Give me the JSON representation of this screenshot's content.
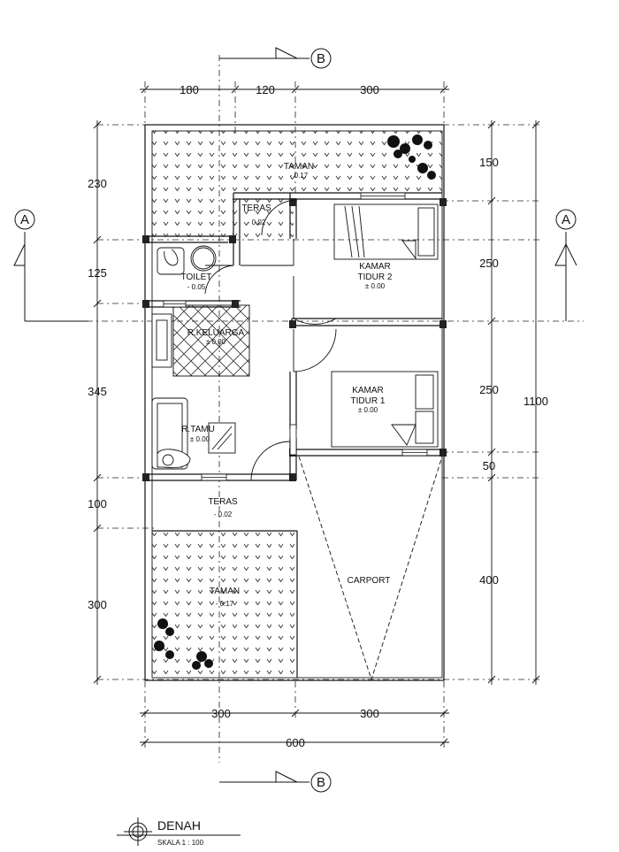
{
  "plan": {
    "title": "DENAH",
    "scale": "SKALA 1 : 100"
  },
  "section_markers": {
    "a_left": "A",
    "a_right": "A",
    "b_top": "B",
    "b_bottom": "B"
  },
  "dimensions": {
    "top": [
      "180",
      "120",
      "300"
    ],
    "bottom": [
      "300",
      "300"
    ],
    "bottom_total": "600",
    "left": [
      "230",
      "125",
      "345",
      "100",
      "300"
    ],
    "right": [
      "150",
      "250",
      "250",
      "50",
      "400"
    ],
    "right_total": "1100"
  },
  "rooms": {
    "taman_top": {
      "name": "TAMAN",
      "elev": "- 0.17"
    },
    "teras_top": {
      "name": "TERAS",
      "elev": "- 0.02"
    },
    "toilet": {
      "name": "TOILET",
      "elev": "- 0.05"
    },
    "kamar2": {
      "name1": "KAMAR",
      "name2": "TIDUR 2",
      "elev": "± 0.00"
    },
    "keluarga": {
      "name": "R.KELUARGA",
      "elev": "± 0.00"
    },
    "kamar1": {
      "name1": "KAMAR",
      "name2": "TIDUR 1",
      "elev": "± 0.00"
    },
    "tamu": {
      "name": "R.TAMU",
      "elev": "± 0.00"
    },
    "teras_bottom": {
      "name": "TERAS",
      "elev": "- 0.02"
    },
    "taman_bottom": {
      "name": "TAMAN",
      "elev": "- 0.17"
    },
    "carport": {
      "name": "CARPORT"
    }
  }
}
